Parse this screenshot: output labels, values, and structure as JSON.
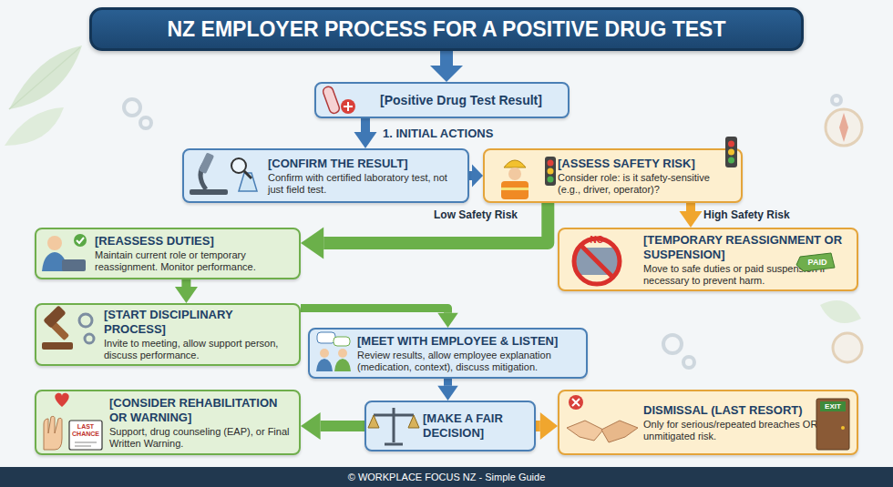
{
  "diagram": {
    "title": "NZ EMPLOYER PROCESS FOR A POSITIVE DRUG TEST",
    "caption": "© WORKPLACE FOCUS NZ - Simple Guide",
    "nodes": [
      {
        "text": [
          "[Positive Drug Test Result]"
        ]
      },
      {
        "text": [
          "[CONFIRM THE RESULT]",
          "Confirm with certified laboratory test, not just field test."
        ]
      },
      {
        "text": [
          "[ASSESS SAFETY RISK]",
          "Consider role: is it safety-sensitive (e.g., driver, operator)?"
        ]
      },
      {
        "text": [
          "[REASSESS DUTIES]",
          "Maintain current role or temporary reassignment. Monitor performance."
        ]
      },
      {
        "text": [
          "[TEMPORARY REASSIGNMENT OR SUSPENSION]",
          "Move to safe duties or paid suspension if necessary to prevent harm."
        ]
      },
      {
        "text": [
          "[START DISCIPLINARY PROCESS]",
          "Invite to meeting, allow support person, discuss performance."
        ]
      },
      {
        "text": [
          "[MEET WITH EMPLOYEE & LISTEN]",
          "Review results, allow employee explanation (medication, context), discuss mitigation."
        ]
      },
      {
        "text": [
          "[CONSIDER REHABILITATION OR WARNING]",
          "Support, drug counseling (EAP), or Final Written Warning."
        ]
      },
      {
        "text": [
          "[MAKE A FAIR DECISION]"
        ]
      },
      {
        "text": [
          "DISMISSAL (LAST RESORT)",
          "Only for serious/repeated breaches OR high, unmitigated risk."
        ]
      }
    ],
    "edges": [
      {
        "from": 0,
        "to": 1,
        "arrow": "to",
        "label": "1. INITIAL ACTIONS"
      },
      {
        "from": 1,
        "to": 2,
        "arrow": "to"
      },
      {
        "from": 2,
        "to": 3,
        "arrow": "to",
        "label": "Low Safety Risk"
      },
      {
        "from": 2,
        "to": 4,
        "arrow": "to",
        "label": "High Safety Risk"
      },
      {
        "from": 3,
        "to": 5,
        "arrow": "to"
      },
      {
        "from": 5,
        "to": 6,
        "arrow": "to"
      },
      {
        "from": 6,
        "to": 8,
        "arrow": "to"
      },
      {
        "from": 8,
        "to": 7,
        "arrow": "to"
      },
      {
        "from": 8,
        "to": 9,
        "arrow": "to"
      }
    ],
    "labels": [
      "NO",
      "PAID",
      "LAST CHANCE",
      "EXIT"
    ]
  }
}
